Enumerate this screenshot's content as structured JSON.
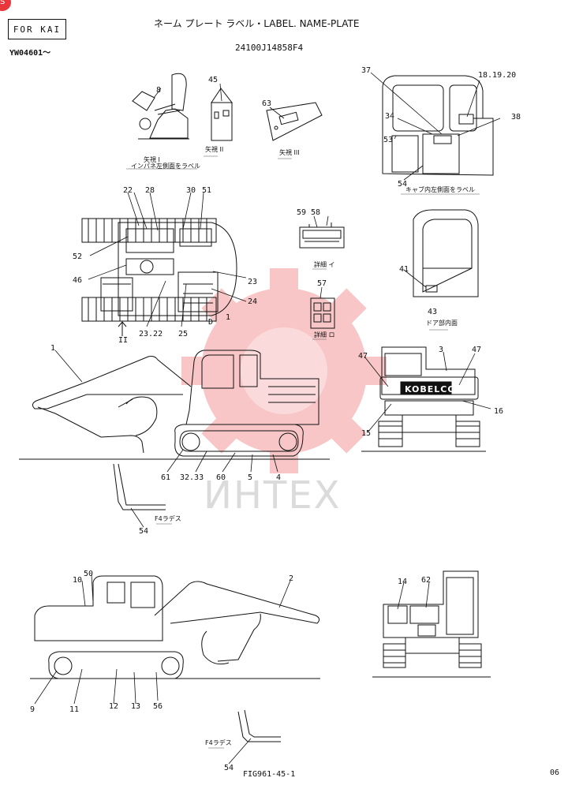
{
  "header": {
    "for_kai": "FOR KAI",
    "title": "ネーム プレート ラベル・LABEL. NAME-PLATE",
    "serial": "YW04601～",
    "part_number": "24100J14858F4",
    "corner_badge": "S"
  },
  "footer": {
    "figure": "FIG961-45-1",
    "page": "06"
  },
  "watermark": {
    "text": "ИНТЕХ",
    "color": "#e8363a"
  },
  "captions": {
    "view_1": "矢視 I",
    "view_1_sub": "インパネ左側面をラベル",
    "view_2": "矢視 II",
    "view_3": "矢視 III",
    "cab_inside": "キャブ内左側面をラベル",
    "detail_a": "詳細 イ",
    "detail_b": "詳細 ロ",
    "door": "ドア部内面",
    "f4_top": "F4ラデス",
    "f4_bottom": "F4ラデス",
    "logo": "KOBELCO"
  },
  "callouts": {
    "c8": "8",
    "c45": "45",
    "c63": "63",
    "c37": "37",
    "c18": "18.19.20",
    "c34": "34",
    "c38": "38",
    "c53": "53",
    "c54a": "54",
    "c22": "22",
    "c28": "28",
    "c30": "30",
    "c51": "51",
    "c52": "52",
    "c46": "46",
    "c23a": "23",
    "c24": "24",
    "c2322": "23.22",
    "c25": "25",
    "cD": "D",
    "c1top": "1",
    "cII": "II",
    "c59": "59",
    "c58": "58",
    "c57": "57",
    "c41": "41",
    "c43": "43",
    "c1": "1",
    "c47a": "47",
    "c3": "3",
    "c47b": "47",
    "c16": "16",
    "c15": "15",
    "c61": "61",
    "c3233": "32.33",
    "c60": "60",
    "c5": "5",
    "c4": "4",
    "c54b": "54",
    "c50": "50",
    "c10": "10",
    "c2": "2",
    "c14": "14",
    "c62": "62",
    "c9": "9",
    "c11": "11",
    "c12": "12",
    "c13": "13",
    "c56": "56",
    "c54c": "54"
  }
}
